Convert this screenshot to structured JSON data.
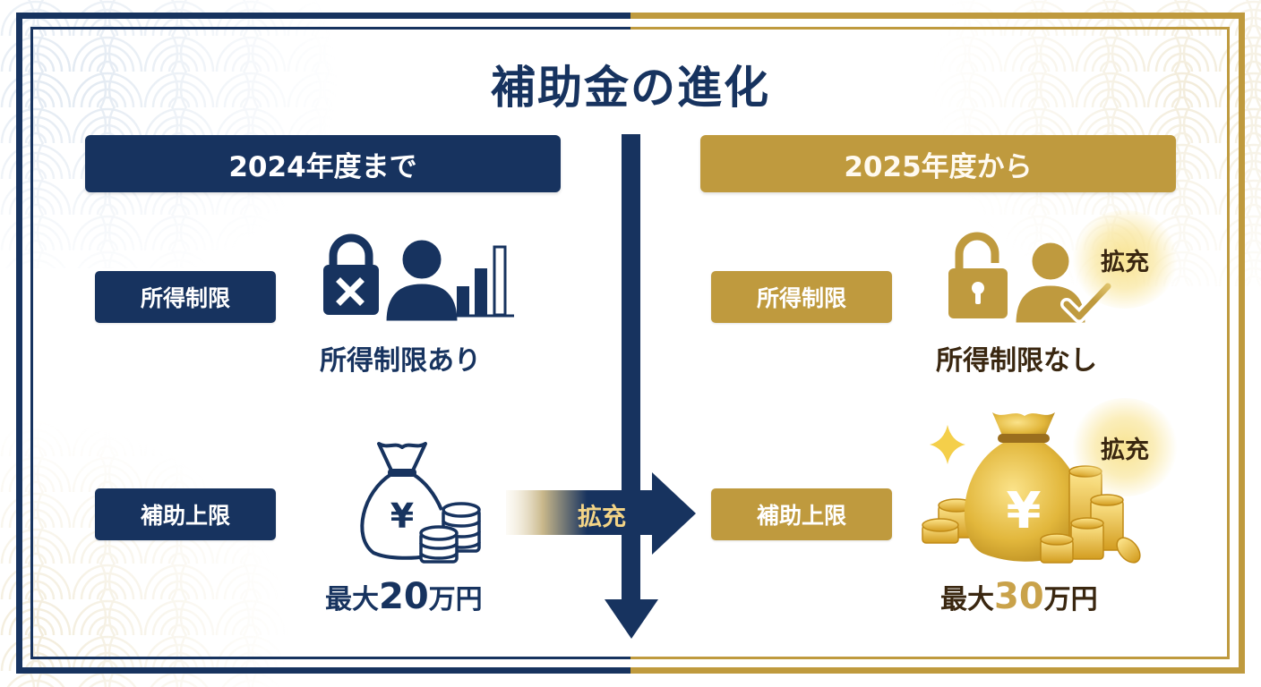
{
  "title": "補助金の進化",
  "colors": {
    "navy": "#17335f",
    "gold": "#bf9a3e",
    "brown_text": "#3a2710",
    "highlight_gold": "#f3d486"
  },
  "left": {
    "header": "2024年度まで",
    "rows": [
      {
        "label": "所得制限",
        "icon": "locked-padlock-person-bar-chart-icon",
        "caption": "所得制限あり"
      },
      {
        "label": "補助上限",
        "icon": "money-bag-yen-coins-outline-icon",
        "caption_prefix": "最大",
        "caption_value": "20",
        "caption_suffix": "万円"
      }
    ]
  },
  "right": {
    "header": "2025年度から",
    "rows": [
      {
        "label": "所得制限",
        "icon": "unlocked-padlock-person-check-icon",
        "caption": "所得制限なし",
        "badge": "拡充"
      },
      {
        "label": "補助上限",
        "icon": "gold-money-bag-yen-coins-icon",
        "caption_prefix": "最大",
        "caption_value": "30",
        "caption_suffix": "万円",
        "badge": "拡充"
      }
    ]
  },
  "center_arrow": {
    "label": "拡充"
  }
}
